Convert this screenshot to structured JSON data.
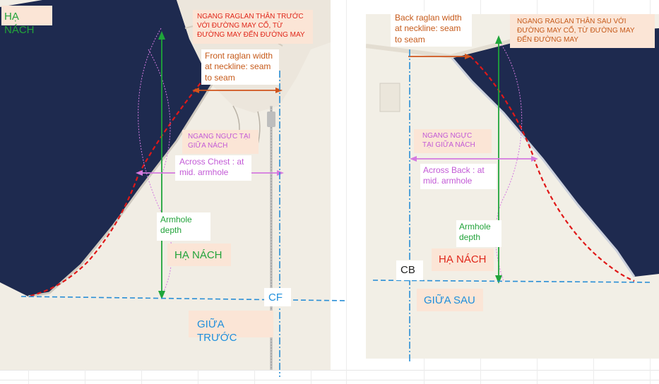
{
  "front": {
    "armpit_label_top": "HẠ NÁCH",
    "raglan_vi": "NGANG RAGLAN THÂN TRƯỚC VỚI ĐƯỜNG MAY CỔ, TỪ ĐƯỜNG MAY ĐẾN ĐƯỜNG MAY",
    "raglan_en": "Front raglan width at neckline: seam to seam",
    "chest_vi": "NGANG NGỰC TẠI GIỮA NÁCH",
    "chest_en": "Across Chest : at mid. armhole",
    "armhole_en": "Armhole depth",
    "armpit_label": "HẠ NÁCH",
    "center_code": "CF",
    "center_vi": "GIỮA TRƯỚC"
  },
  "back": {
    "raglan_en": "Back raglan width at neckline: seam to seam",
    "raglan_vi": "NGANG RAGLAN THÂN SAU VỚI ĐƯỜNG MAY CỔ, TỪ ĐƯỜNG MAY ĐẾN ĐƯỜNG MAY",
    "back_vi": "NGANG NGỰC TẠI GIỮA NÁCH",
    "back_en": "Across Back : at mid. armhole",
    "armhole_en": "Armhole depth",
    "center_code": "CB",
    "armpit_label": "HẠ NÁCH",
    "center_vi": "GIỮA SAU"
  },
  "colors": {
    "sleeve_navy": "#1e2a4f",
    "body_cream": "#f1ede4",
    "measure_green": "#1fa53a",
    "measure_orange": "#d0541c",
    "measure_violet": "#d47ae0",
    "center_blue": "#2a8fd6",
    "seam_red": "#e01818"
  }
}
